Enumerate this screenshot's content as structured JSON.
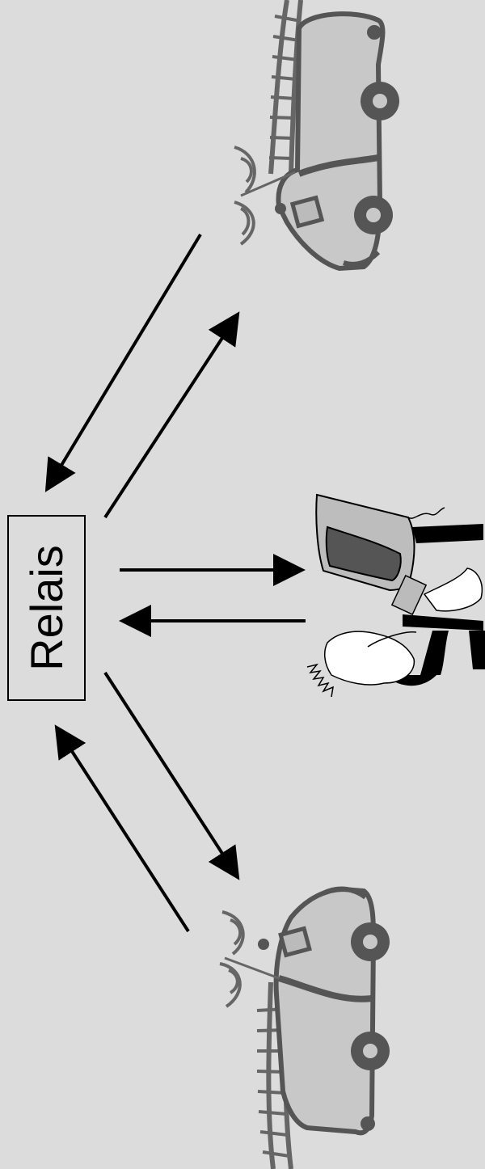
{
  "relay": {
    "label": "Relais"
  },
  "icons": {
    "vehicle_top": "car-with-antenna-icon",
    "operator": "person-at-computer-icon",
    "vehicle_bottom": "car-with-antenna-icon"
  },
  "links": [
    {
      "from": "vehicle-top",
      "to": "relay"
    },
    {
      "from": "relay",
      "to": "vehicle-top"
    },
    {
      "from": "relay",
      "to": "operator"
    },
    {
      "from": "operator",
      "to": "relay"
    },
    {
      "from": "relay",
      "to": "vehicle-bottom"
    },
    {
      "from": "vehicle-bottom",
      "to": "relay"
    }
  ],
  "colors": {
    "background": "#dcdcdc",
    "car_body": "#c8c8c8",
    "car_outline": "#555555",
    "arrow": "#000000"
  }
}
